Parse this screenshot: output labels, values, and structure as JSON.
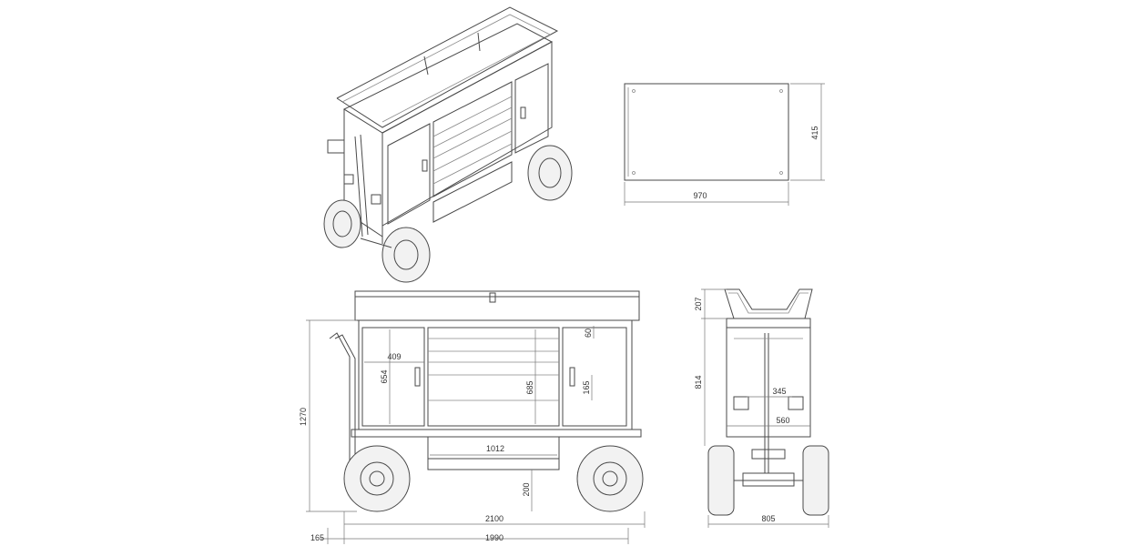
{
  "dimensions": {
    "top_view_width": "970",
    "top_view_depth": "415",
    "overall_height": "1270",
    "overall_length": "2100",
    "wheelbase_offset": "165",
    "body_length": "1990",
    "cabinet_width": "409",
    "cabinet_height": "654",
    "drawer_stack_height": "685",
    "top_drawer_height": "60",
    "handle_height": "165",
    "tray_width": "1012",
    "ground_clearance": "200",
    "handle_top": "207",
    "side_height": "814",
    "wheel_track_inner": "345",
    "wheel_track_outer": "560",
    "overall_width": "805"
  }
}
